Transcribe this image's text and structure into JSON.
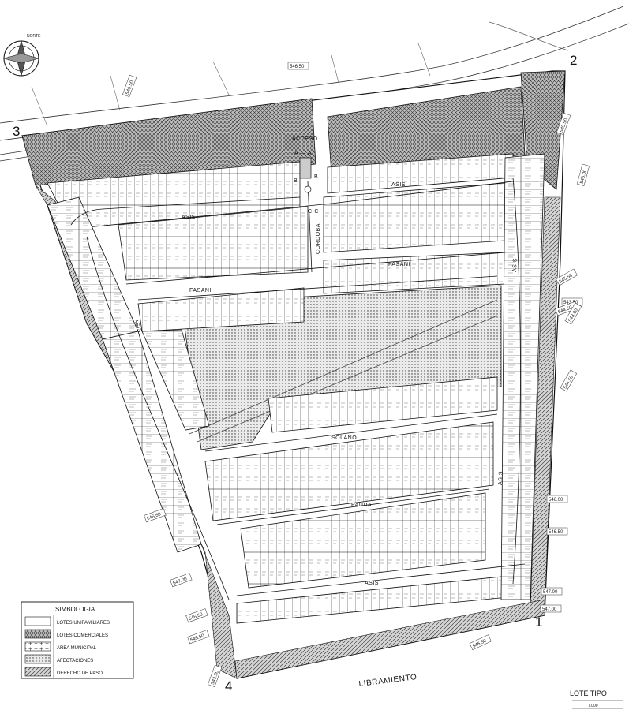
{
  "north_label": "NORTE",
  "corners": {
    "p1": "1",
    "p2": "2",
    "p3": "3",
    "p4": "4"
  },
  "streets": {
    "acceso": "ACCESO",
    "asis_top": "ASIS",
    "asis_left": "ASIS",
    "asis_inner": "ASIS",
    "asis_right": "ASIS",
    "asis_vertical": "ASIS",
    "asis_bottom": "ASIS",
    "cordoba": "CORDOBA",
    "fasani_1": "FASANI",
    "fasani_2": "FASANI",
    "solano": "SOLANO",
    "pauda": "PAUDA",
    "libramiento": "LIBRAMIENTO"
  },
  "section_marks": {
    "aa": "A — A",
    "b1": "B",
    "b2": "B",
    "cc": "C-C"
  },
  "elevations": [
    "546.50",
    "545.50",
    "545.00",
    "545.50",
    "543.50",
    "544.50",
    "543.00",
    "544.50",
    "546.00",
    "546.50",
    "547.00",
    "547.00",
    "546.50",
    "546.50",
    "547.00",
    "546.50",
    "545.50",
    "543.50",
    "546.50"
  ],
  "legend": {
    "title": "SIMBOLOGIA",
    "items": [
      {
        "label": "LOTES UNIFAMILIARES",
        "pattern": "blank"
      },
      {
        "label": "LOTES COMERCIALES",
        "pattern": "crosshatch"
      },
      {
        "label": "AREA MUNICIPAL",
        "pattern": "plus"
      },
      {
        "label": "AFECTACIONES",
        "pattern": "dots"
      },
      {
        "label": "DERECHO DE PASO",
        "pattern": "hatch"
      }
    ]
  },
  "lote_tipo": {
    "label": "LOTE TIPO",
    "dimension": "7.000"
  },
  "colors": {
    "line": "#222222",
    "hatch": "#333333",
    "paper": "#ffffff"
  }
}
